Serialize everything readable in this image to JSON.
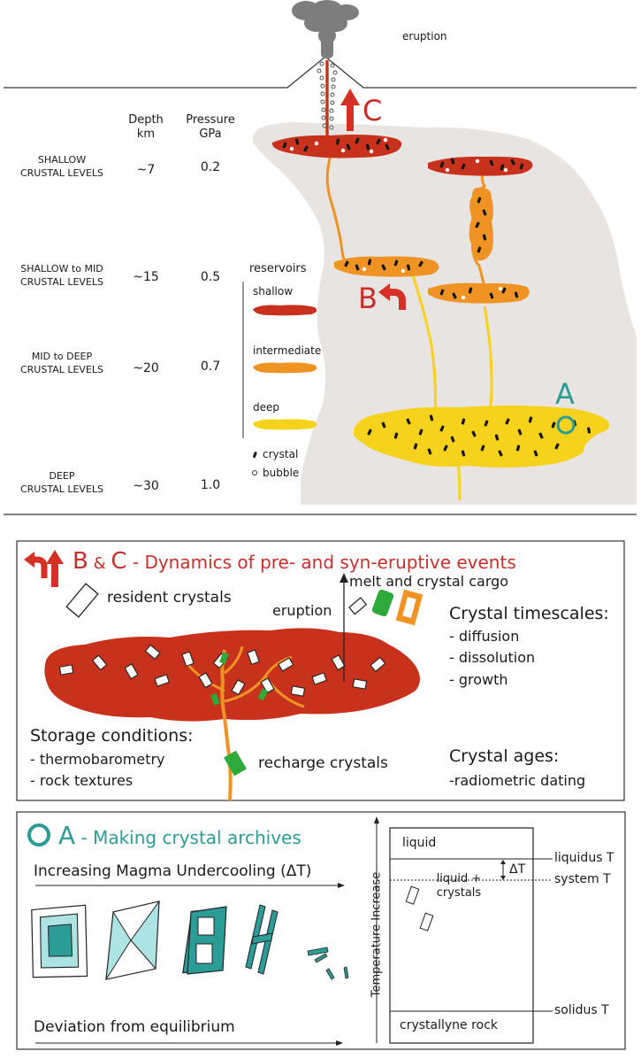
{
  "top": {
    "eruption_label": "eruption",
    "depth_header": [
      "Depth",
      "km"
    ],
    "pressure_header": [
      "Pressure",
      "GPa"
    ],
    "levels": [
      {
        "name": [
          "SHALLOW",
          "CRUSTAL LEVELS"
        ],
        "depth": "~7",
        "pressure": "0.2"
      },
      {
        "name": [
          "SHALLOW to MID",
          "CRUSTAL LEVELS"
        ],
        "depth": "~15",
        "pressure": "0.5"
      },
      {
        "name": [
          "MID to DEEP",
          "CRUSTAL LEVELS"
        ],
        "depth": "~20",
        "pressure": "0.7"
      },
      {
        "name": [
          "DEEP",
          "CRUSTAL LEVELS"
        ],
        "depth": "~30",
        "pressure": "1.0"
      }
    ],
    "legend": {
      "title": "reservoirs",
      "items": [
        "shallow",
        "intermediate",
        "deep"
      ],
      "crystal": "crystal",
      "bubble": "bubble"
    },
    "markers": {
      "a": "A",
      "b": "B",
      "c": "C"
    },
    "colors": {
      "shallow": "#c8321d",
      "intermediate": "#ef9424",
      "deep": "#f6d21c",
      "crust": "#e8e4e2"
    }
  },
  "panel_bc": {
    "title_b": "B",
    "title_amp": "&",
    "title_c": "C",
    "title_rest": "- Dynamics of pre- and syn-eruptive events",
    "resident": "resident crystals",
    "melt_cargo": "melt and crystal cargo",
    "eruption": "eruption",
    "timescales_title": "Crystal timescales:",
    "timescales": [
      "- diffusion",
      "- dissolution",
      "- growth"
    ],
    "storage_title": "Storage conditions:",
    "storage": [
      "- thermobarometry",
      "- rock textures"
    ],
    "recharge": "recharge crystals",
    "ages_title": "Crystal ages:",
    "ages": [
      "-radiometric dating"
    ]
  },
  "panel_a": {
    "title_a": "A",
    "title_rest": "- Making crystal archives",
    "undercooling": "Increasing Magma Undercooling (ΔT)",
    "deviation": "Deviation from equilibrium",
    "temp_axis": "Temperature Increase",
    "liquid": "liquid",
    "liquid_crystals": [
      "liquid +",
      "crystals"
    ],
    "delta_t": "ΔT",
    "crystallyne": "crystallyne rock",
    "liquidus": "liquidus T",
    "system": "system T",
    "solidus": "solidus T"
  }
}
